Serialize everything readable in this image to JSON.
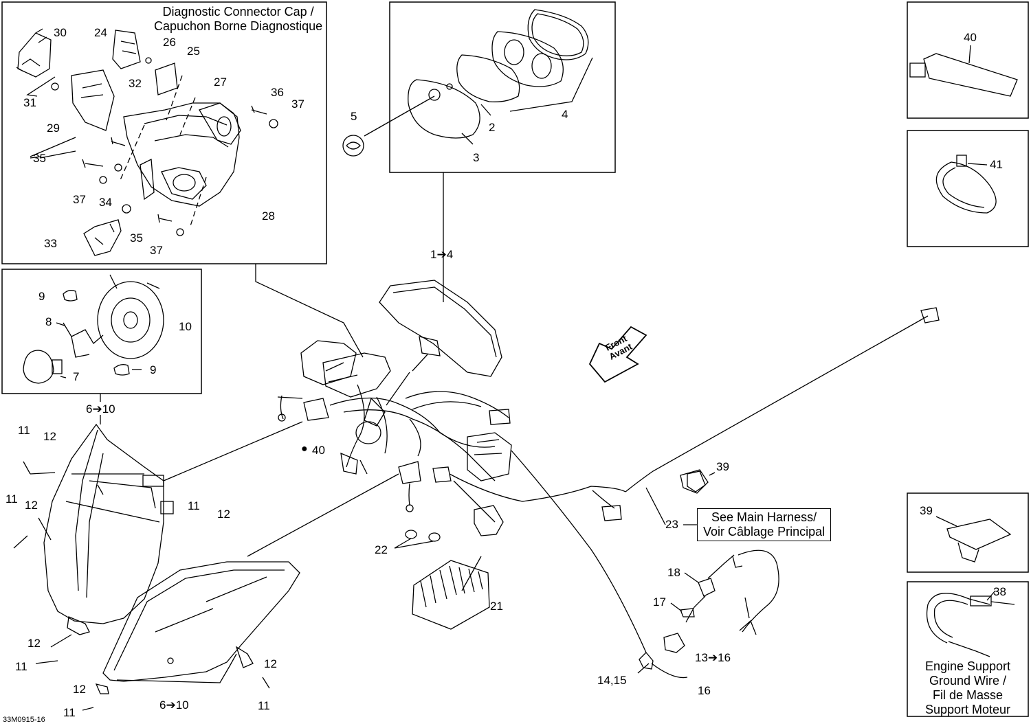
{
  "document_ref": "33M0915-16",
  "notes": {
    "diag_cap_line1": "Diagnostic Connector Cap /",
    "diag_cap_line2": "Capuchon Borne Diagnostique",
    "front_line1": "Front",
    "front_line2": "Avant",
    "main_harness_line1": "See Main Harness/",
    "main_harness_line2": "Voir Câblage Principal",
    "ground_wire_line1": "Engine Support",
    "ground_wire_line2": "Ground Wire /",
    "ground_wire_line3": "Fil de Masse",
    "ground_wire_line4": "Support Moteur"
  },
  "callouts": {
    "c30": "30",
    "c24": "24",
    "c26": "26",
    "c25": "25",
    "c32": "32",
    "c27": "27",
    "c31": "31",
    "c36": "36",
    "c37a": "37",
    "c29": "29",
    "c35a": "35",
    "c37b": "37",
    "c34": "34",
    "c28": "28",
    "c33": "33",
    "c35b": "35",
    "c37c": "37",
    "c5": "5",
    "c2": "2",
    "c4": "4",
    "c3": "3",
    "c40": "40",
    "c41": "41",
    "c1to4": "1➔4",
    "c9a": "9",
    "c8": "8",
    "c10": "10",
    "c7": "7",
    "c9b": "9",
    "c6to10a": "6➔10",
    "c11a": "11",
    "c12a": "12",
    "c11b": "11",
    "c12b": "12",
    "c11c": "11",
    "c12c": "12",
    "c12d": "12",
    "c11d": "11",
    "c12e": "12",
    "c11e": "11",
    "c12f": "12",
    "c11f": "11",
    "c6to10b": "6➔10",
    "c40drop": "40",
    "c22": "22",
    "c21": "21",
    "c39a": "39",
    "c23": "23",
    "c39b": "39",
    "c18": "18",
    "c17": "17",
    "c13to16": "13➔16",
    "c1415": "14,15",
    "c16": "16",
    "c38": "38"
  }
}
